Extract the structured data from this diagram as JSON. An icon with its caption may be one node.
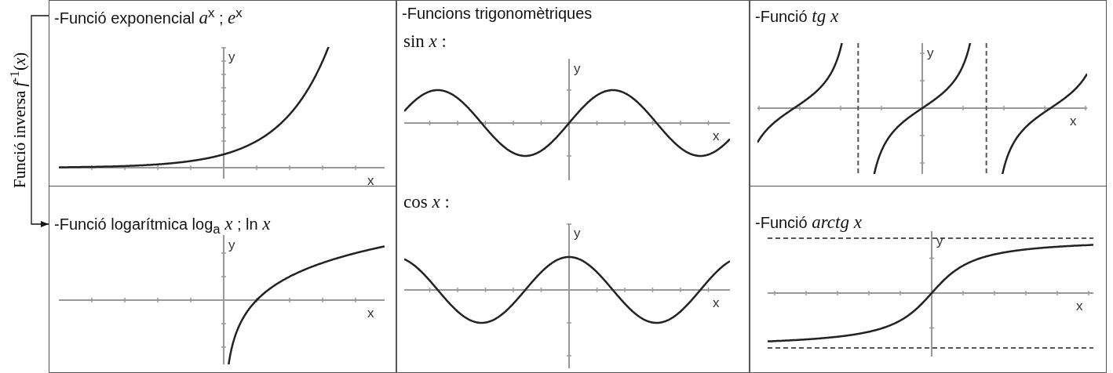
{
  "diagram": {
    "nodes": [
      {
        "text": [
          "-Funció exponencial *a*$^{x}$ ;  *e*$^{x}$"
        ]
      },
      {
        "text": [
          "-Funcions trigonomètriques",
          "sin *x* :",
          "cos *x* :"
        ]
      },
      {
        "text": [
          "-Funció *tg x*"
        ]
      },
      {
        "text": [
          "-Funció logarítmica log$_{a}$ *x* ;  ln *x*"
        ]
      },
      {
        "text": [
          "-Funció *arctg x*"
        ]
      }
    ],
    "edges": [
      {
        "from": 0,
        "to": 3,
        "arrow": "to",
        "label": "Funció inversa *f*$^{-1}$(*x*)"
      }
    ],
    "labels": [
      "y",
      "x",
      "y",
      "x",
      "y",
      "x",
      "y",
      "x",
      "y",
      "x",
      "y",
      "x"
    ]
  }
}
